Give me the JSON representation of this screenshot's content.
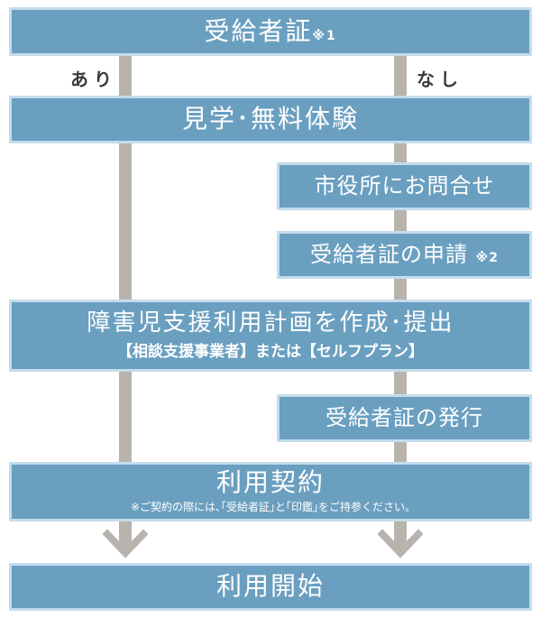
{
  "colors": {
    "box_fill": "#6a9fc0",
    "box_border": "#c4dcec",
    "connector": "#b9b3ad",
    "text": "#ffffff"
  },
  "header": {
    "title": "受給者証",
    "note": "※1"
  },
  "branches": {
    "yes": "あり",
    "no": "なし"
  },
  "step_trial": "見学･無料体験",
  "step_inquiry": "市役所にお問合せ",
  "step_apply": {
    "title": "受給者証の申請",
    "note": "※2"
  },
  "step_plan": {
    "title": "障害児支援利用計画を作成･提出",
    "subtitle": "【相談支援事業者】または【セルフプラン】"
  },
  "step_issue": "受給者証の発行",
  "step_contract": {
    "title": "利用契約",
    "note": "※ご契約の際には､｢受給者証｣と｢印鑑｣をご持参ください｡"
  },
  "arrows": [
    "chevron-down-icon",
    "chevron-down-icon"
  ],
  "step_start": "利用開始"
}
